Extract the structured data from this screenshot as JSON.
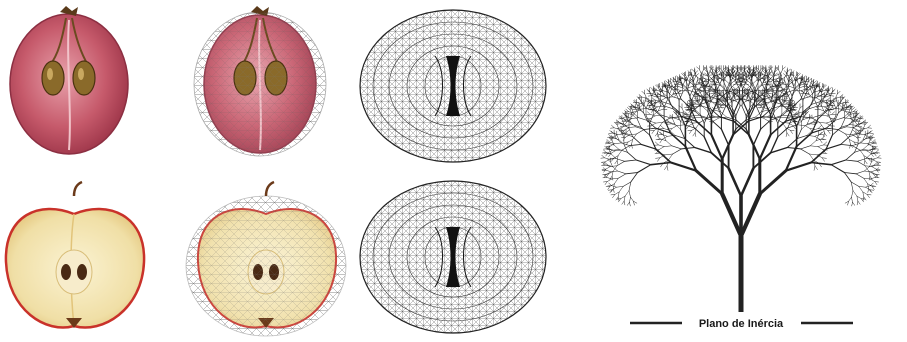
{
  "figure": {
    "panels": [
      {
        "row": "top",
        "subject": "grape-cross-section",
        "style": "photo"
      },
      {
        "row": "top",
        "subject": "grape-cross-section",
        "style": "photo-with-mesh-overlay"
      },
      {
        "row": "top",
        "subject": "torus-mesh",
        "style": "wireframe"
      },
      {
        "row": "bottom",
        "subject": "apple-cross-section",
        "style": "photo"
      },
      {
        "row": "bottom",
        "subject": "apple-cross-section",
        "style": "photo-with-mesh-overlay"
      },
      {
        "row": "bottom",
        "subject": "torus-mesh",
        "style": "wireframe"
      },
      {
        "row": "span",
        "subject": "fractal-tree",
        "style": "line-drawing"
      }
    ],
    "tree_caption": "Plano de Inércia"
  },
  "colors": {
    "grape_skin": "#b8475a",
    "grape_flesh": "#d98a96",
    "grape_seed": "#7a5a22",
    "apple_skin": "#c9322a",
    "apple_flesh": "#f3e6b0",
    "apple_seed": "#4a2a14",
    "mesh_line": "#333333",
    "tree": "#222222"
  }
}
